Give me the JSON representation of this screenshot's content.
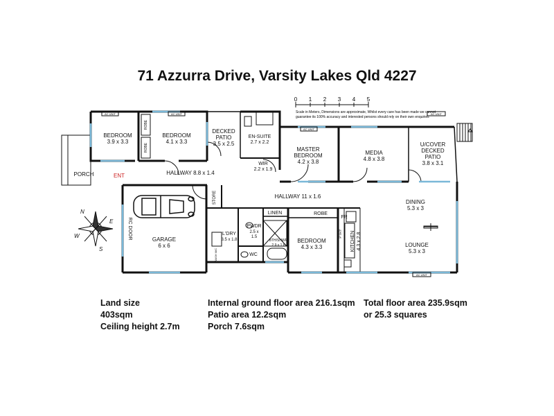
{
  "title": "71 Azzurra Drive, Varsity Lakes Qld 4227",
  "scale": {
    "ticks": [
      "0",
      "1",
      "2",
      "3",
      "4",
      "5"
    ],
    "disclaimer_line1": "Scale in Meters, Dimensions are approximate, Whilst every care has been made we cannot",
    "disclaimer_line2": "guarantee its 100% accuracy and interested persons should rely on their own enquiries"
  },
  "rooms": {
    "bed1_name": "BEDROOM",
    "bed1_size": "3.9 x 3.3",
    "bed2_name": "BEDROOM",
    "bed2_size": "4.1 x 3.3",
    "robe_a": "ROBE",
    "robe_b": "ROBE",
    "patio_name1": "DECKED",
    "patio_name2": "PATIO",
    "patio_size": "3.5 x 2.5",
    "ensuite_name": "EN-SUITE",
    "ensuite_size": "2.7 x 2.2",
    "wir_name": "WIR",
    "wir_size": "2.2 x 1.9",
    "master_name1": "MASTER",
    "master_name2": "BEDROOM",
    "master_size": "4.2 x 3.8",
    "media_name": "MEDIA",
    "media_size": "4.8 x 3.8",
    "ucpatio_name1": "U/COVER",
    "ucpatio_name2": "DECKED",
    "ucpatio_name3": "PATIO",
    "ucpatio_size": "3.8 x 3.1",
    "porch": "PORCH",
    "ent": "ENT",
    "hallway1": "HALLWAY 8.8 x 1.4",
    "hallway2": "HALLWAY 11 x 1.6",
    "garage_name": "GARAGE",
    "garage_size": "6 x 6",
    "rc_door": "RC DOOR",
    "store": "STORE",
    "ldry_name": "L'DRY",
    "ldry_size": "3.5 x 1.8",
    "pwdr_name": "PWDR",
    "pwdr_size1": "2.5 x",
    "pwdr_size2": "1.5",
    "linen": "LINEN",
    "bthshwr_name": "BTH/SHWR",
    "bthshwr_size": "2.9 x 1.8",
    "wc": "WC",
    "robe_c": "ROBE",
    "bed3_name": "BEDROOM",
    "bed3_size": "4.3 x 3.3",
    "fr": "FR",
    "ptry": "PTRY",
    "kitchen_name": "KITCHEN",
    "kitchen_size": "4.3 x 2.8",
    "dining_name": "DINING",
    "dining_size": "5.3 x 3",
    "lounge_name": "LOUNGE",
    "lounge_size": "5.3 x 3",
    "ac_unit": "AC UNIT",
    "wash_mc": "WASH M/C"
  },
  "stats": {
    "land_size_label": "Land size",
    "land_size_value": "403sqm",
    "ceiling": "Ceiling height 2.7m",
    "internal": "Internal ground floor area 216.1sqm",
    "patio": "Patio area 12.2sqm",
    "porch": "Porch 7.6sqm",
    "total": "Total floor area 235.9sqm",
    "squares": "or 25.3 squares"
  },
  "colors": {
    "wall": "#111111",
    "window": "#7ab8d8",
    "entry_text": "#cc2222"
  }
}
